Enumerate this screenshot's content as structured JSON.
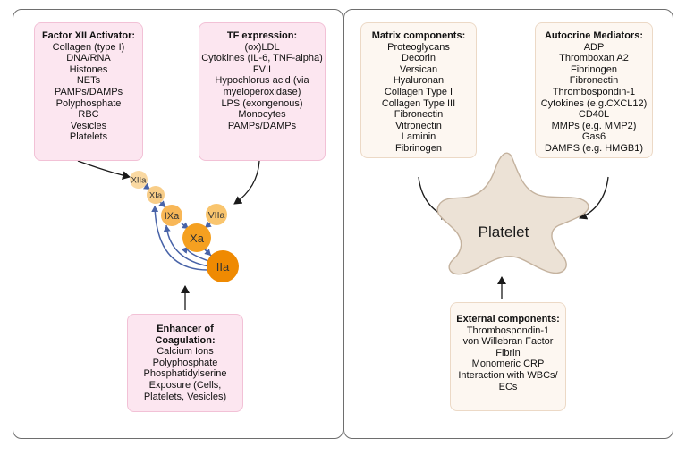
{
  "factor_xii_box": {
    "title": "Factor XII Activator:",
    "items": [
      "Collagen (type I)",
      "DNA/RNA",
      "Histones",
      "NETs",
      "PAMPs/DAMPs",
      "Polyphosphate",
      "RBC",
      "Vesicles",
      "Platelets"
    ]
  },
  "tf_box": {
    "title": "TF expression:",
    "items": [
      "(ox)LDL",
      "Cytokines (IL-6, TNF-alpha)",
      "FVII",
      "Hypochlorus acid (via",
      "myeloperoxidase)",
      "LPS (exongenous)",
      "Monocytes",
      "PAMPs/DAMPs"
    ]
  },
  "enhancer_box": {
    "title_line1": "Enhancer of",
    "title_line2": "Coagulation:",
    "items": [
      "Calcium Ions",
      "Polyphosphate",
      "Phosphatidylserine",
      "Exposure (Cells,",
      "Platelets, Vesicles)"
    ]
  },
  "matrix_box": {
    "title": "Matrix components:",
    "items": [
      "Proteoglycans",
      "Decorin",
      "Versican",
      "Hyaluronan",
      "Collagen Type I",
      "Collagen Type III",
      "Fibronectin",
      "Vitronectin",
      "Laminin",
      "Fibrinogen"
    ]
  },
  "autocrine_box": {
    "title": "Autocrine Mediators:",
    "items": [
      "ADP",
      "Thromboxan A2",
      "Fibrinogen",
      "Fibronectin",
      "Thrombospondin-1",
      "Cytokines (e.g.CXCL12)",
      "CD40L",
      "MMPs (e.g. MMP2)",
      "Gas6",
      "DAMPS (e.g. HMGB1)"
    ]
  },
  "external_box": {
    "title": "External components:",
    "items": [
      "Thrombospondin-1",
      "von Willebran Factor",
      "Fibrin",
      "Monomeric CRP",
      "Interaction with WBCs/",
      "ECs"
    ]
  },
  "factors": {
    "xiia": "XIIa",
    "xia": "XIa",
    "ixa": "IXa",
    "viia": "VIIa",
    "xa": "Xa",
    "iia": "IIa"
  },
  "platelet_label": "Platelet",
  "colors": {
    "panel_border": "#6e6e6e",
    "pink_fill": "#fce6f0",
    "pink_border": "#f2c1d6",
    "beige_fill": "#fdf7f1",
    "beige_border": "#ecd9c6",
    "factor_pale": "#fad9a2",
    "factor_light": "#f8b757",
    "factor_mid": "#f5a020",
    "factor_dark": "#ef8a02",
    "cascade_arrow": "#4863a8",
    "platelet_fill": "#ece2d6",
    "platelet_stroke": "#c4b29e"
  }
}
